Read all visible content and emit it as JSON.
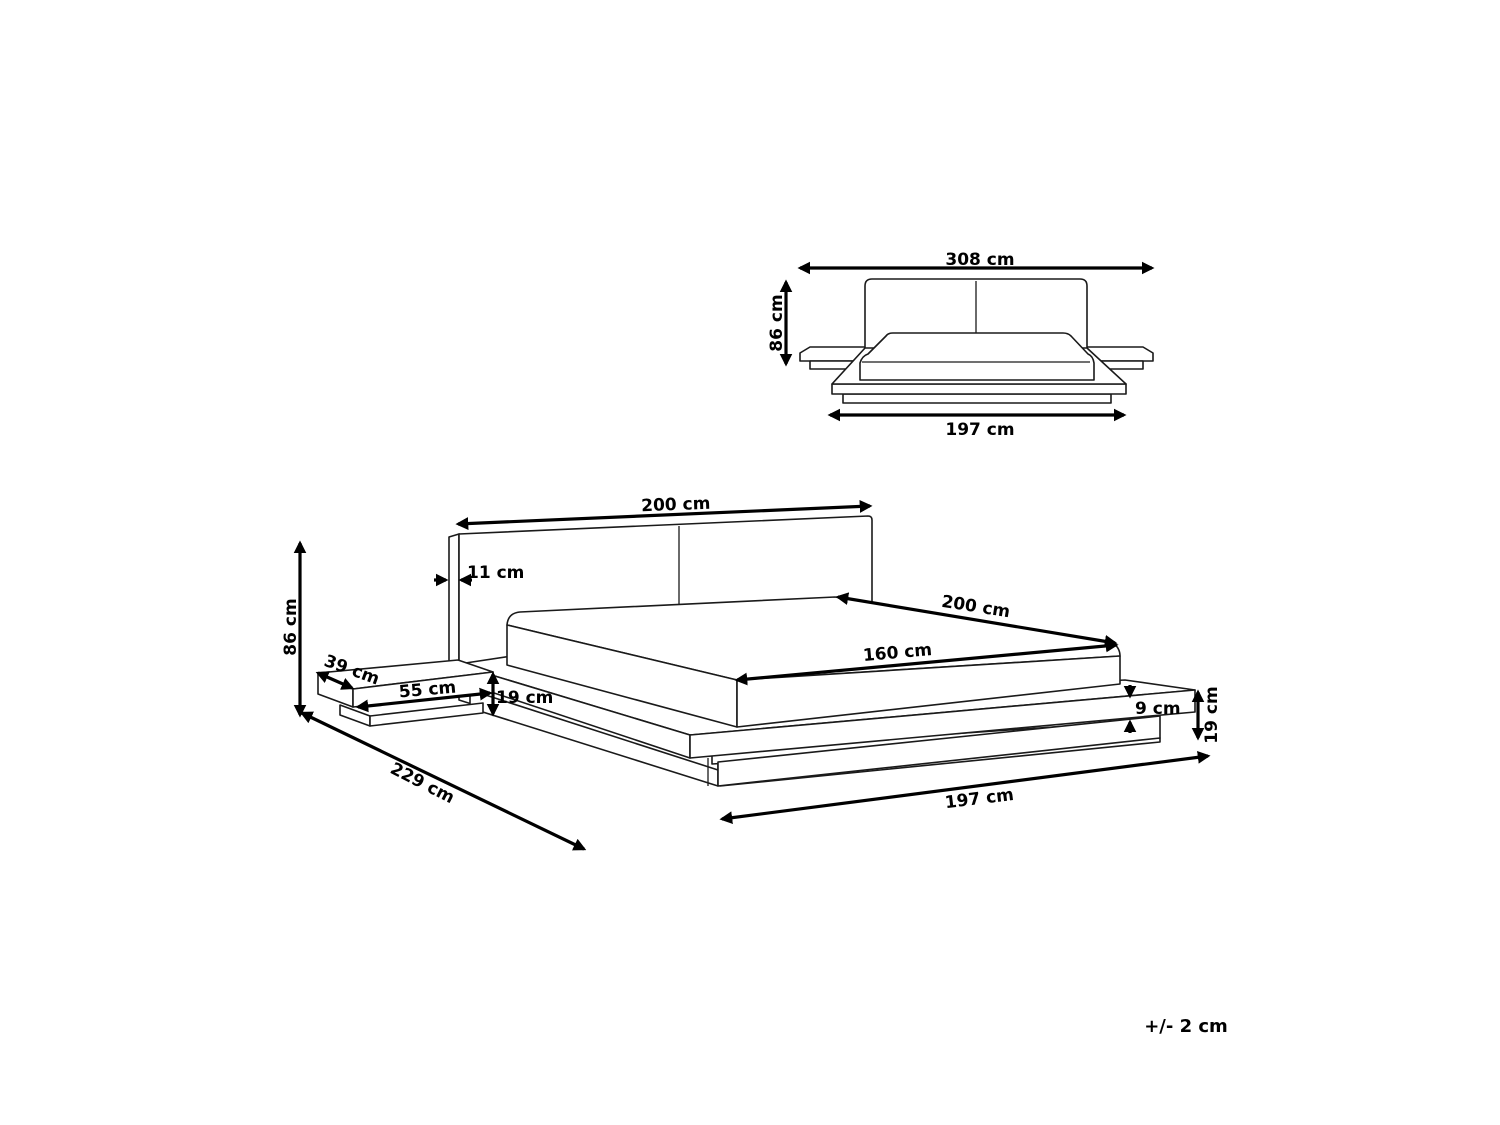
{
  "diagram": {
    "type": "dimension-drawing",
    "subject": "platform bed with headboard and two floating nightstands",
    "front_view": {
      "overall_width": "308 cm",
      "height": "86 cm",
      "base_width": "197 cm"
    },
    "perspective_view": {
      "headboard_width": "200 cm",
      "headboard_thickness": "11 cm",
      "total_height": "86 cm",
      "bed_length": "200 cm",
      "mattress_width": "160 cm",
      "platform_height": "19 cm",
      "platform_step": "9 cm",
      "overall_depth": "229 cm",
      "overall_width": "197 cm",
      "nightstand_depth": "39 cm",
      "nightstand_width": "55 cm",
      "nightstand_height": "19 cm"
    },
    "tolerance": "+/- 2 cm"
  },
  "colors": {
    "line": "#1a1a1a",
    "background": "#ffffff"
  }
}
